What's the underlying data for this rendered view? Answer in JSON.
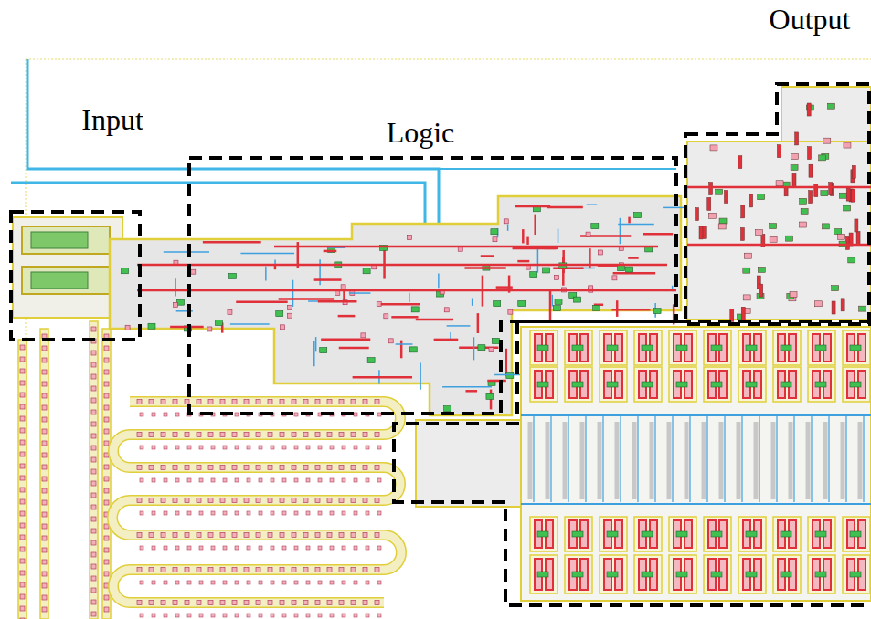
{
  "diagram": {
    "nodes": [
      {
        "text": [
          "Input"
        ]
      },
      {
        "text": [
          "Logic"
        ]
      },
      {
        "text": [
          "Output"
        ]
      }
    ]
  }
}
